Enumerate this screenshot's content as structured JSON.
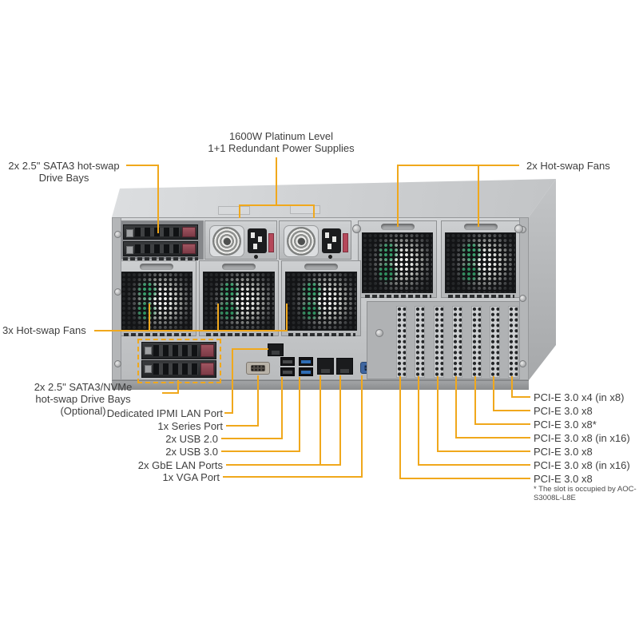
{
  "callout_color": "#F0A81C",
  "labels": {
    "psu": [
      "1600W Platinum Level",
      "1+1 Redundant Power Supplies"
    ],
    "top_drive": [
      "2x 2.5\" SATA3 hot-swap",
      "Drive Bays"
    ],
    "fans_right": "2x Hot-swap Fans",
    "fans_mid": "3x Hot-swap Fans",
    "nvme_drive": [
      "2x 2.5\" SATA3/NVMe",
      "hot-swap Drive Bays",
      "(Optional)"
    ],
    "ipmi": "Dedicated IPMI LAN Port",
    "serial": "1x Series Port",
    "usb2": "2x USB 2.0",
    "usb3": "2x USB 3.0",
    "lan": "2x GbE LAN Ports",
    "vga": "1x VGA Port"
  },
  "pcie": {
    "slots": [
      "PCI-E 3.0 x4 (in x8)",
      "PCI-E 3.0 x8",
      "PCI-E 3.0 x8*",
      "PCI-E 3.0 x8 (in x16)",
      "PCI-E 3.0 x8",
      "PCI-E 3.0 x8 (in x16)",
      "PCI-E 3.0 x8"
    ],
    "footnote": [
      "* The slot is occupied by AOC-",
      "S3008L-L8E"
    ]
  }
}
